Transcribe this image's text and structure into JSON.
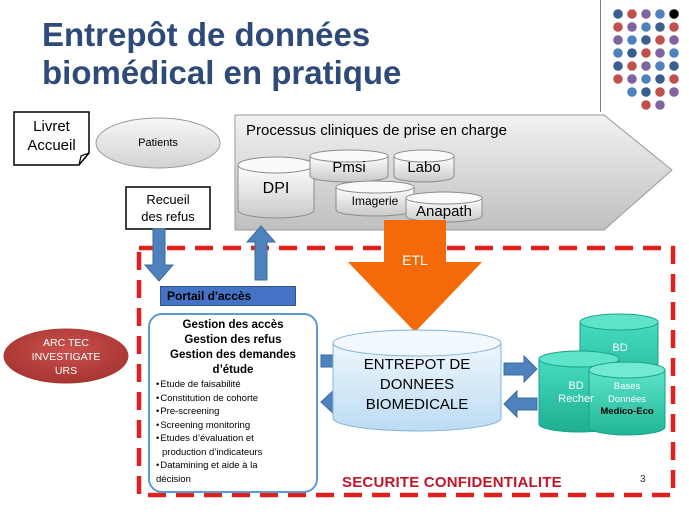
{
  "title": {
    "line1": "Entrepôt de données",
    "line2": "biomédical en pratique"
  },
  "processus": {
    "title": "Processus cliniques de prise en charge",
    "dpi": "DPI",
    "pmsi": "Pmsi",
    "labo": "Labo",
    "imagerie": "Imagerie",
    "anapath": "Anapath"
  },
  "livret": {
    "line1": "Livret",
    "line2": "Accueil"
  },
  "patients": "Patients",
  "recueil": {
    "line1": "Recueil",
    "line2": "des refus"
  },
  "etl": "ETL",
  "portail": "Portail d'accès",
  "arc": {
    "line1": "ARC TEC",
    "line2": "INVESTIGATE",
    "line3": "URS"
  },
  "gestion": {
    "acces": "Gestion des accès",
    "refus": "Gestion des refus",
    "demandes1": "Gestion des demandes",
    "demandes2": "d’étude",
    "items": [
      "Etude de faisabilité",
      "Constitution de cohorte",
      "Pre-screening",
      "Screening monitoring",
      "Etudes d’évaluation et",
      "production d’indicateurs",
      "Datamining et aide à la",
      "décision"
    ]
  },
  "entrepot": {
    "line1": "ENTREPOT DE",
    "line2": "DONNEES",
    "line3": "BIOMEDICALE"
  },
  "bd_back": "BD",
  "bd_mid": {
    "line1": "BD",
    "line2": "Recher"
  },
  "bd_front": {
    "line1": "Bases",
    "line2": "Données",
    "line3": "Medico-Eco"
  },
  "securite": "SECURITE CONFIDENTIALITE",
  "slide_number": "3",
  "colors": {
    "title": "#2e4a78",
    "dash": "#e0201c",
    "etl": "#f56a08",
    "arrow": "#4f81bd",
    "teal": "#2bc5a8",
    "arc": "#c0504d",
    "accent_red": "#c0142a"
  }
}
